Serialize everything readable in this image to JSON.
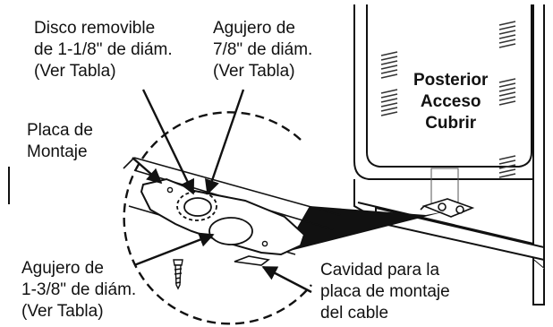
{
  "labels": {
    "knockout": [
      "Disco removible",
      "de 1-1/8\" de diám.",
      "(Ver Tabla)"
    ],
    "hole_small": [
      "Agujero de",
      "7/8\" de diám.",
      "(Ver Tabla)"
    ],
    "back_cover": [
      "Posterior",
      "Acceso",
      "Cubrir"
    ],
    "mounting_plate": [
      "Placa de",
      "Montaje"
    ],
    "hole_large": [
      "Agujero de",
      "1-3/8\" de diám.",
      "(Ver Tabla)"
    ],
    "cavity": [
      "Cavidad para la",
      "placa de montaje",
      "del cable"
    ]
  }
}
